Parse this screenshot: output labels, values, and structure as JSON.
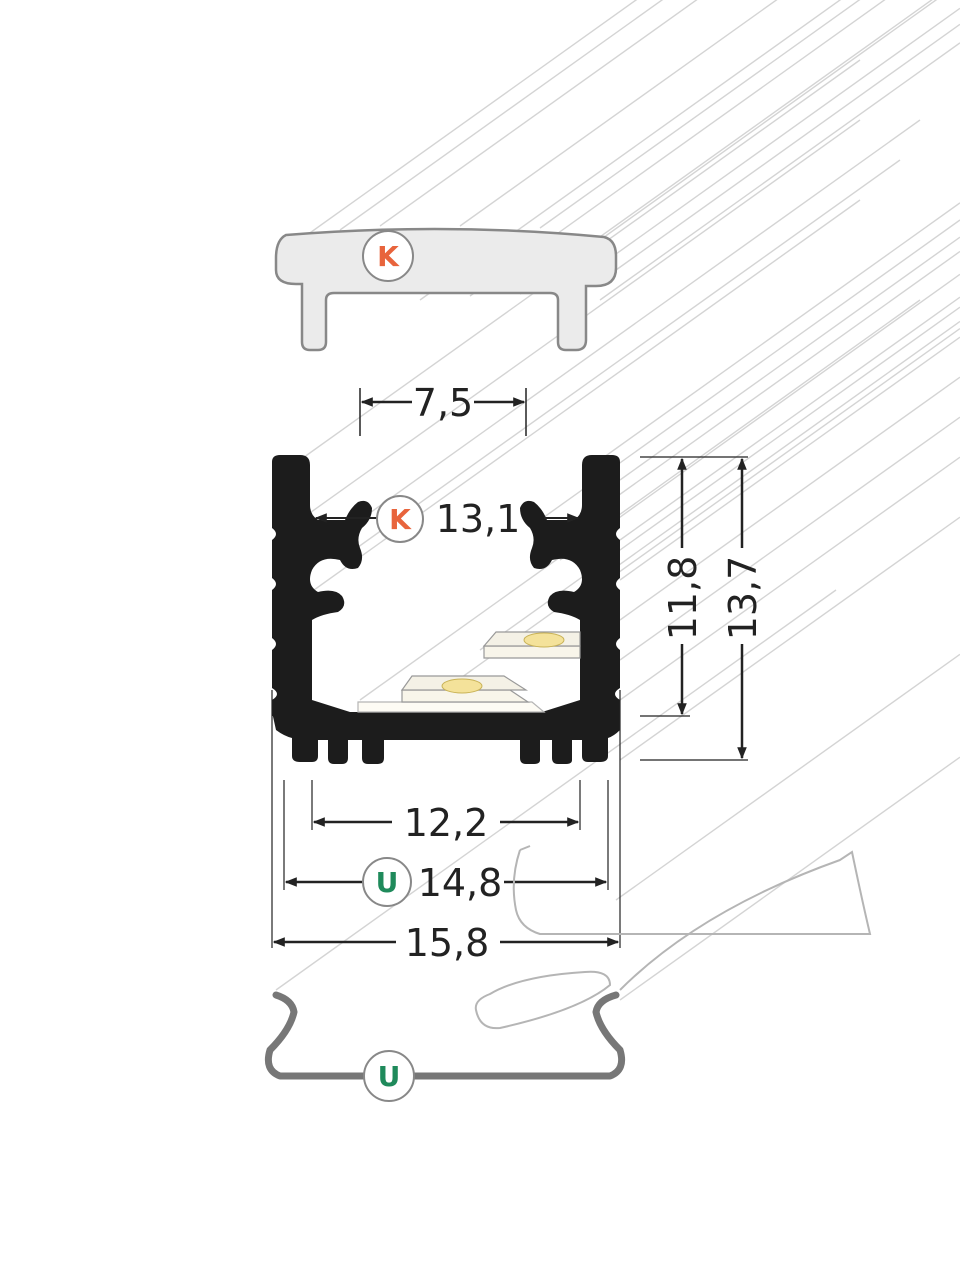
{
  "colors": {
    "profile": "#1c1c1c",
    "cover": "#ebebeb",
    "outline": "#888888",
    "perspective_line": "#d4d4d4",
    "dimension": "#222222",
    "mount_clip": "#777777",
    "badge_k": "#e8643c",
    "badge_u": "#1f8a5b",
    "led_chip": "#f4e29a",
    "led_board": "#f8f5ea"
  },
  "labels": {
    "cover_badge": "K",
    "inner_badge": "K",
    "mount_badge": "U",
    "bottom_badge": "U"
  },
  "dimensions": {
    "cover_slot": "7,5",
    "inner_width": "13,1",
    "base_width": "12,2",
    "clip_width": "14,8",
    "outer_width": "15,8",
    "inner_height": "11,8",
    "outer_height": "13,7"
  }
}
